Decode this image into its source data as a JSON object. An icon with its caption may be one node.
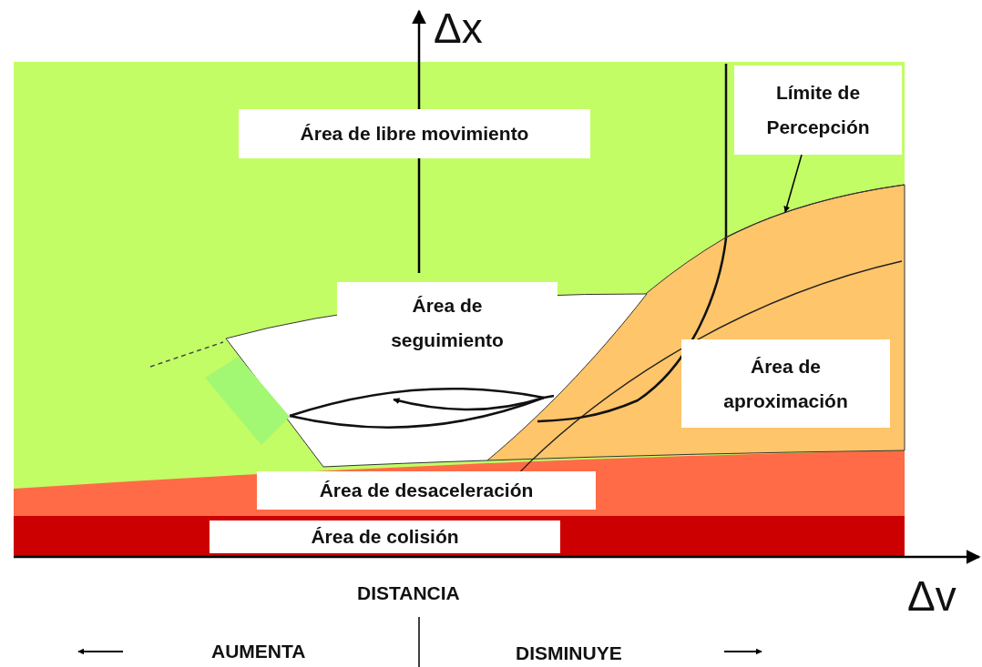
{
  "diagram": {
    "nodes": [
      {
        "text": [
          "Área de libre movimiento"
        ]
      },
      {
        "text": [
          "Límite de Percepción"
        ]
      },
      {
        "text": [
          "Área de seguimiento"
        ]
      },
      {
        "text": [
          "Área de aproximación"
        ]
      },
      {
        "text": [
          "Área de desaceleración"
        ]
      },
      {
        "text": [
          "Área de colisión"
        ]
      },
      {
        "text": [],
        "shape": "line"
      }
    ],
    "edges": [
      {
        "from": 1,
        "to": 6,
        "arrow": "to"
      }
    ],
    "labels": [
      "Δx",
      "DISTANCIA",
      "Δv",
      "AUMENTA",
      "DISMINUYE"
    ]
  }
}
